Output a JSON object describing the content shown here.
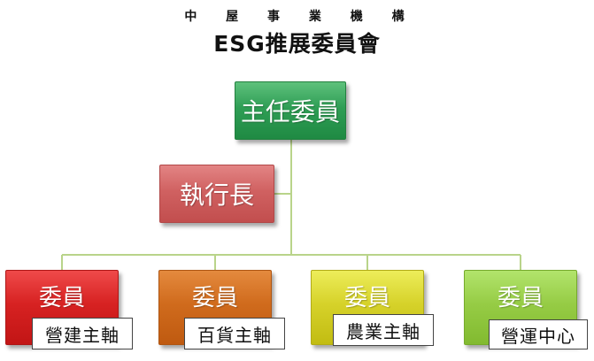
{
  "header": {
    "company": "中 屋 事 業 機 構",
    "title": "ESG推展委員會"
  },
  "nodes": {
    "chair": "主任委員",
    "ceo": "執行長",
    "members": [
      {
        "title": "委員",
        "axis": "營建主軸",
        "color": "#d72222"
      },
      {
        "title": "委員",
        "axis": "百貨主軸",
        "color": "#d06b1d"
      },
      {
        "title": "委員",
        "axis": "農業主軸",
        "color": "#d6d22a"
      },
      {
        "title": "委員",
        "axis": "營運中心",
        "color": "#96cc45"
      }
    ]
  },
  "colors": {
    "chair": "#2f9e55",
    "ceo": "#d06161",
    "connector": "#b9d48a"
  }
}
